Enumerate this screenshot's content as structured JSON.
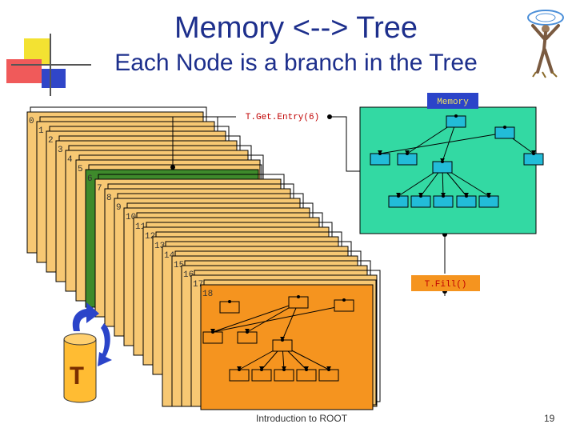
{
  "slide": {
    "title": "Memory <--> Tree",
    "subtitle": "Each Node is a branch in the Tree",
    "footer_text": "Introduction to ROOT",
    "page_number": "19"
  },
  "diagram": {
    "entry_numbers": [
      "0",
      "1",
      "2",
      "3",
      "4",
      "5",
      "6",
      "7",
      "8",
      "9",
      "10",
      "11",
      "12",
      "13",
      "14",
      "15",
      "16",
      "17",
      "18"
    ],
    "selected_entry": "6",
    "get_entry_label": "T.Get.Entry(6)",
    "memory_label": "Memory",
    "fill_label": "T.Fill()",
    "tree_label": "T"
  },
  "colors": {
    "title": "#1d2f8c",
    "entry_fill": "#f7c873",
    "selected_fill": "#3e8a2b",
    "memory_fill": "#33d9a3",
    "tree_panel_fill": "#f5941f",
    "node_fill": "#22bcd8",
    "label_text": "#c00000",
    "memory_tag_fill": "#2b44c9",
    "memory_tag_text": "#f0e060",
    "can_fill": "#ffbc33",
    "arrow_fill": "#2b44c9"
  }
}
